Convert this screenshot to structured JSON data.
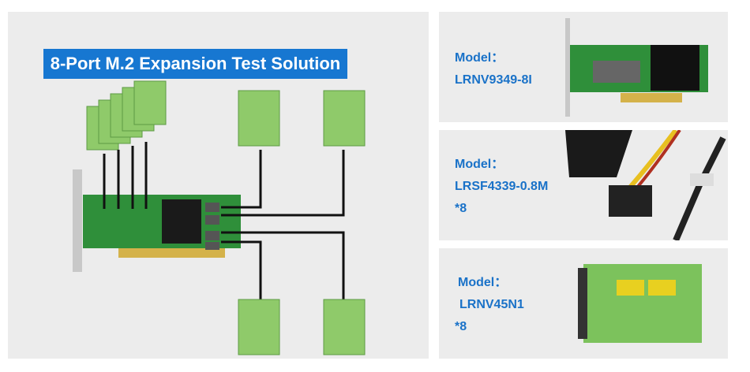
{
  "title": "8-Port M.2 Expansion Test Solution",
  "products": [
    {
      "label": "Model：",
      "model": "LRNV9349-8I",
      "qty": ""
    },
    {
      "label": "Model：",
      "model": "LRSF4339-0.8M",
      "qty": "*8"
    },
    {
      "label": "Model：",
      "model": "LRNV45N1",
      "qty": "*8"
    }
  ],
  "colors": {
    "accent": "#1777d1",
    "text": "#1a72c8",
    "panel": "#ececec",
    "pcb": "#2f9a3a"
  }
}
